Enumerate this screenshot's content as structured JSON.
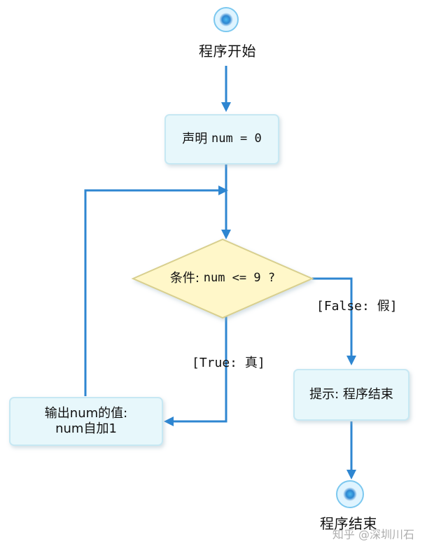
{
  "colors": {
    "blue": "#2e86d1",
    "box_fill": "#e7f7fb",
    "diamond_fill": "#fff7c9",
    "diamond_stroke": "#d8cf8e",
    "text": "#111111"
  },
  "nodes": {
    "start": "程序开始",
    "declare_prefix": "声明",
    "declare_code": "num = 0",
    "condition_prefix": "条件:",
    "condition_code": "num <= 9 ?",
    "true_label": "[True: 真]",
    "false_label": "[False: 假]",
    "output_line1": "输出num的值:",
    "output_line2": "num自加1",
    "prompt": "提示: 程序结束",
    "end": "程序结束"
  },
  "watermark": "知乎 @深圳川石",
  "icons": [
    "start-node-icon",
    "end-node-icon",
    "arrowhead-icon"
  ]
}
